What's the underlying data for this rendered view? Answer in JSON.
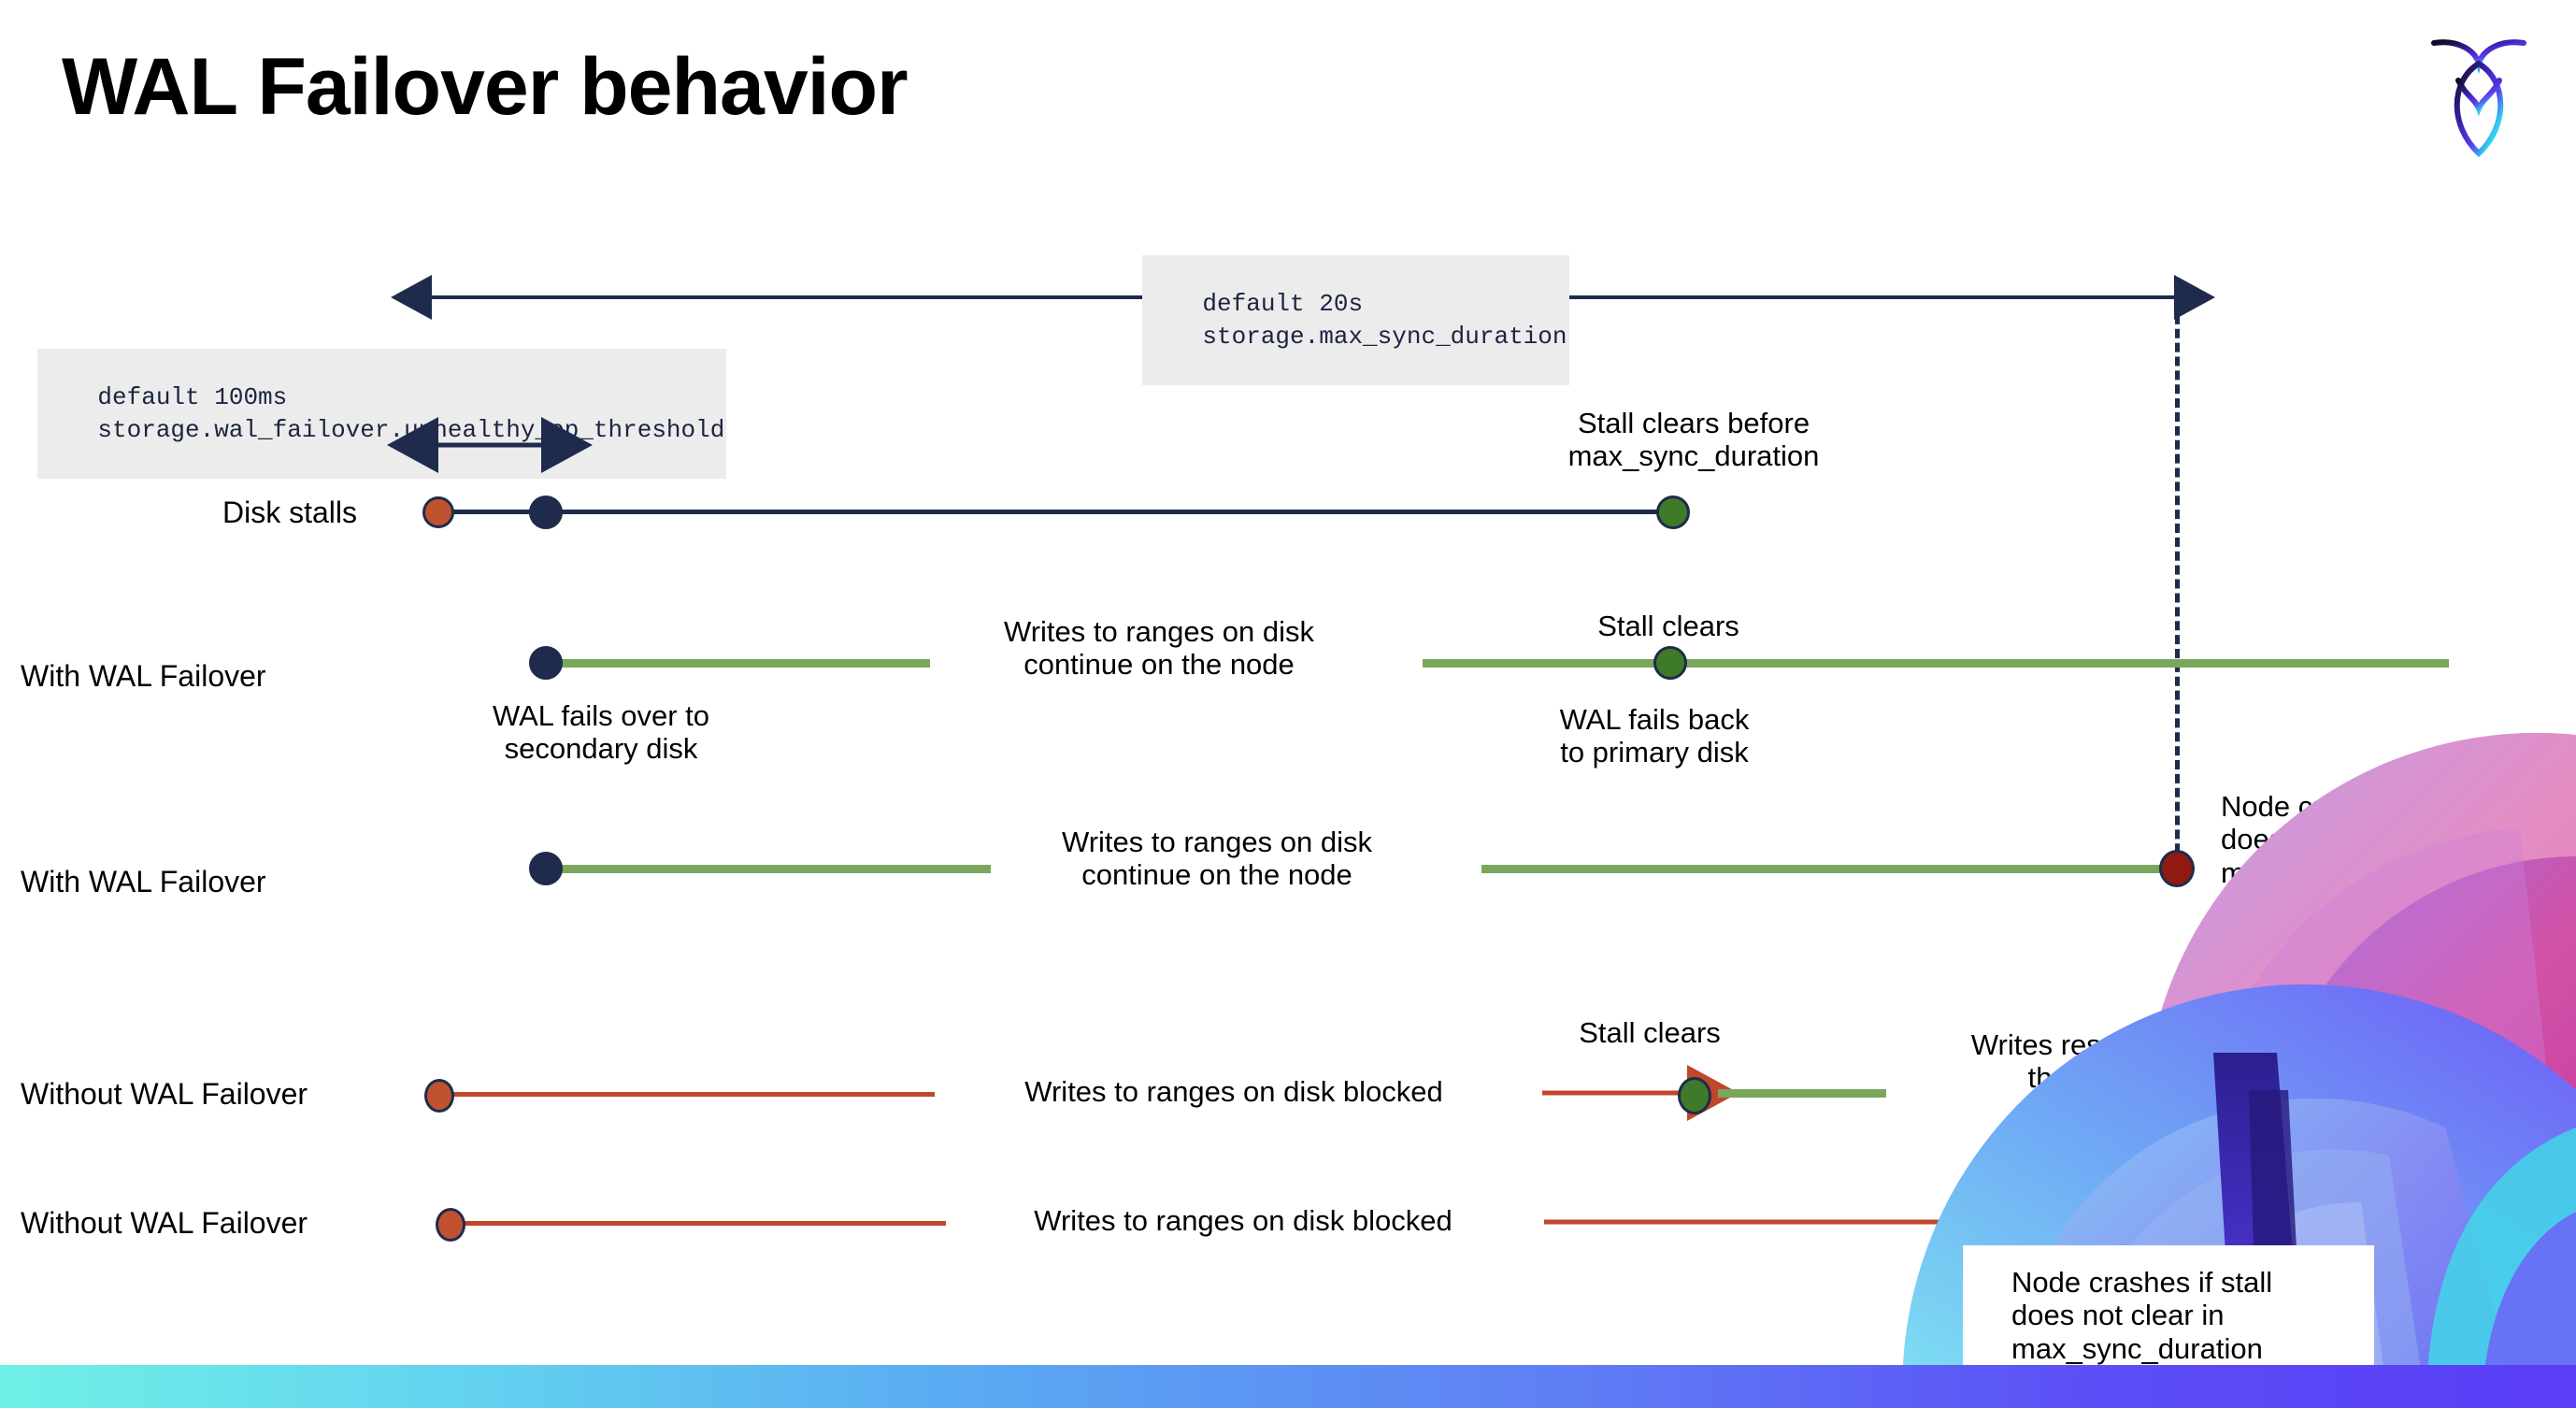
{
  "title": "WAL Failover behavior",
  "logo": {
    "name": "cockroachdb-logo"
  },
  "annotations": {
    "max_sync": {
      "line1": "default 20s",
      "line2": "storage.max_sync_duration"
    },
    "unhealthy": {
      "line1": "default 100ms",
      "line2": "storage.wal_failover.unhealthy_op_threshold"
    }
  },
  "rows": [
    {
      "label": "Disk stalls",
      "notes": [
        "Stall clears before\nmax_sync_duration"
      ]
    },
    {
      "label": "With WAL Failover",
      "notes": [
        "Writes to ranges on disk\ncontinue on the node",
        "Stall clears",
        "WAL fails over to\nsecondary disk",
        "WAL fails  back\nto primary disk"
      ]
    },
    {
      "label": "With WAL Failover",
      "notes": [
        "Writes to ranges on disk\ncontinue on the node",
        "Node crashes if stall\ndoes not clear in\nmax_sync_duration"
      ]
    },
    {
      "label": "Without WAL Failover",
      "notes": [
        "Writes to ranges on disk  blocked",
        "Stall clears",
        "Writes resume on\nthe node"
      ]
    },
    {
      "label": "Without WAL Failover",
      "notes": [
        "Writes to ranges on disk  blocked",
        "Node crashes if stall\ndoes not clear in\nmax_sync_duration"
      ]
    }
  ],
  "colors": {
    "navy": "#1f2b4d",
    "green_line": "#7aa75d",
    "green_dot": "#3f7a28",
    "red_line": "#c0472b",
    "red_dot": "#c0522f",
    "dark_red_dot": "#8e1a12",
    "code_bg": "#ececec"
  }
}
